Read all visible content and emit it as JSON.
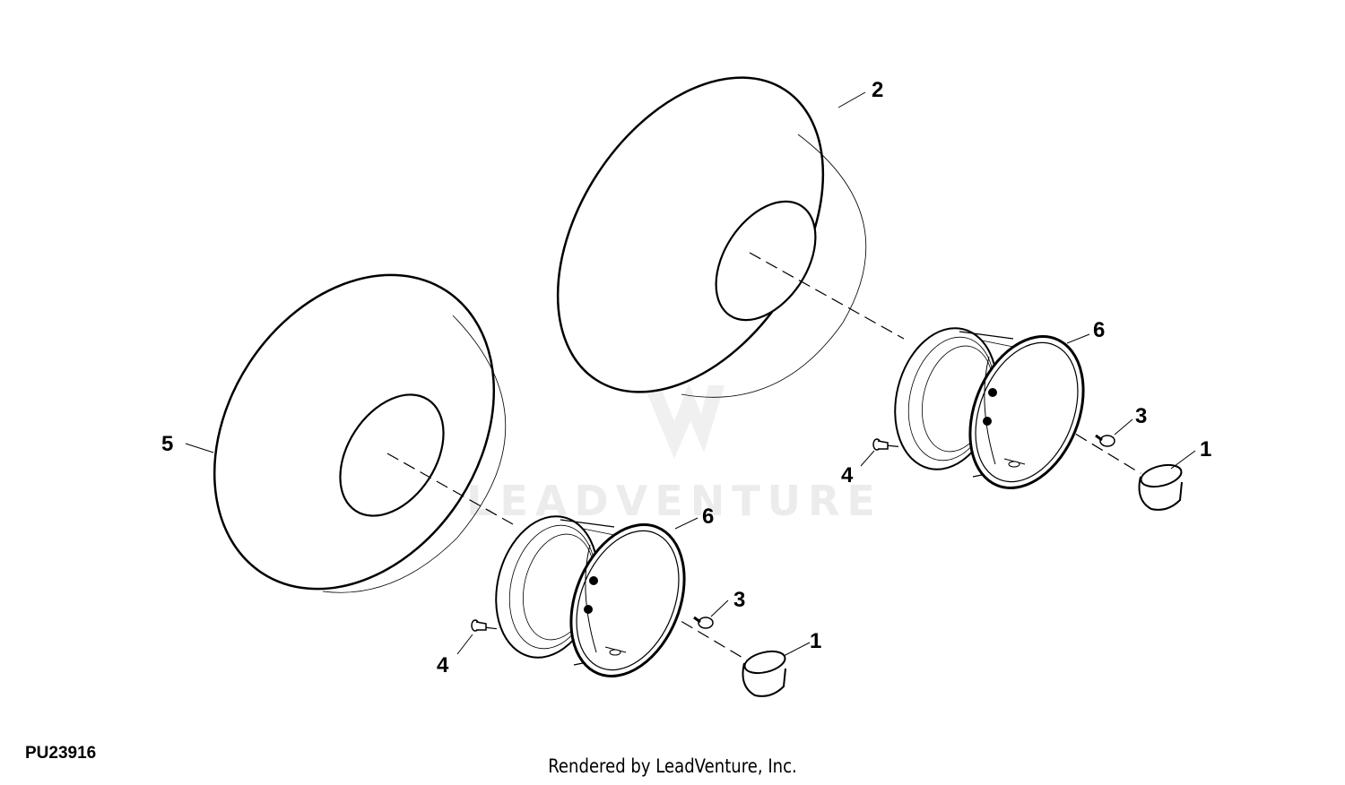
{
  "figure_id": "PU23916",
  "credit": "Rendered by LeadVenture, Inc.",
  "watermark": {
    "text": "LEADVENTURE"
  },
  "callouts": {
    "tire_rear": "2",
    "tire_front": "5",
    "wheel_right": "6",
    "wheel_left": "6",
    "screw_right": "3",
    "screw_left": "3",
    "valve_right": "4",
    "valve_left": "4",
    "cap_right": "1",
    "cap_left": "1"
  },
  "colors": {
    "line": "#000000",
    "watermark": "#ececec",
    "background": "#ffffff"
  }
}
